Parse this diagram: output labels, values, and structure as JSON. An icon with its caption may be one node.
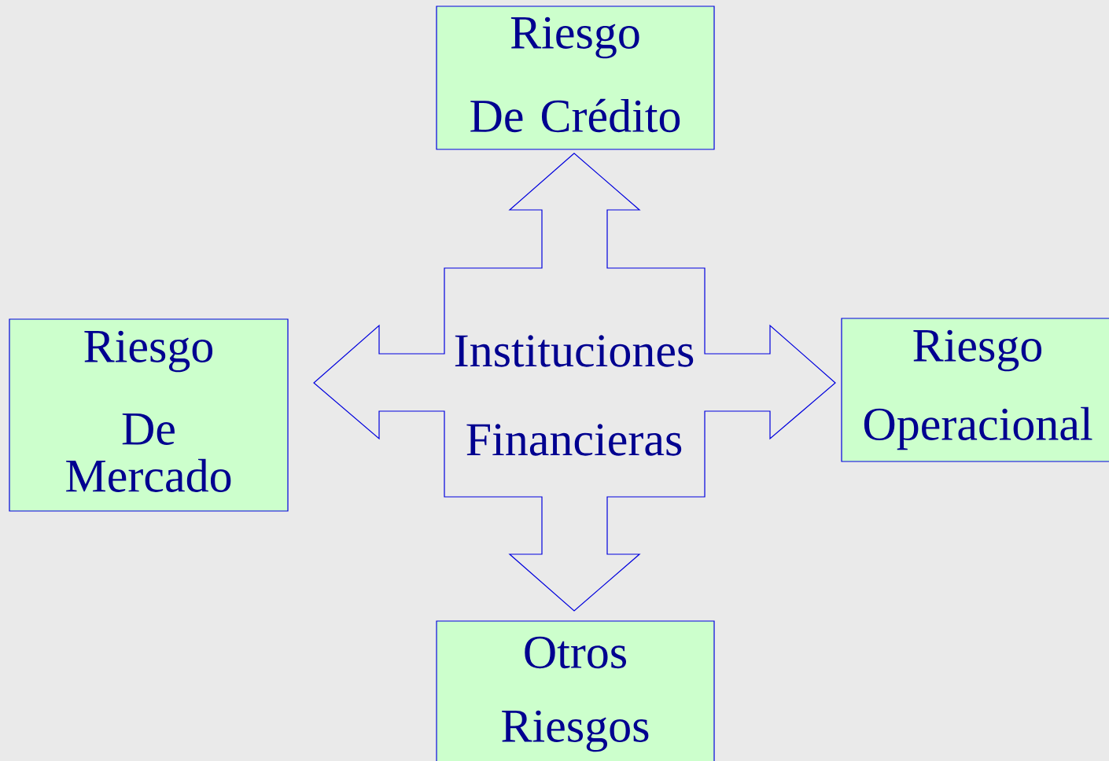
{
  "diagram": {
    "nodes": [
      {
        "text": [
          "Riesgo",
          "De Crédito"
        ]
      },
      {
        "text": [
          "Riesgo",
          "De Mercado"
        ]
      },
      {
        "text": [
          "Instituciones Financieras"
        ]
      },
      {
        "text": [
          "Riesgo",
          "Operacional"
        ]
      },
      {
        "text": [
          "Otros",
          "Riesgos"
        ]
      }
    ]
  }
}
